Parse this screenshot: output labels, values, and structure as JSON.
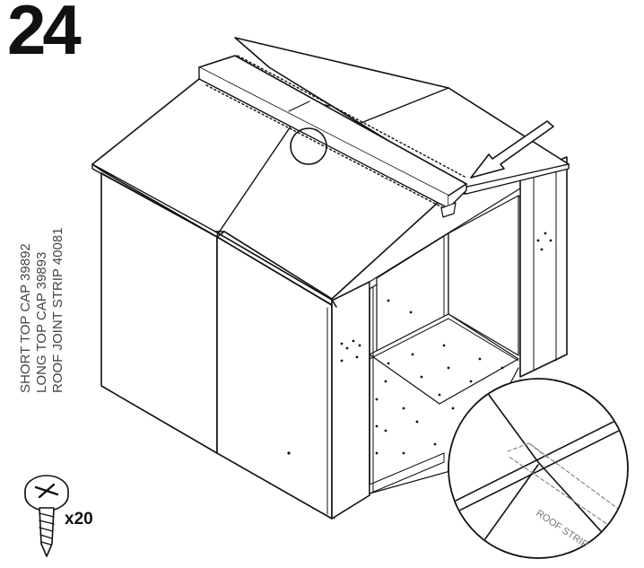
{
  "step": {
    "number": "24"
  },
  "parts": [
    "SHORT TOP CAP 39892",
    "LONG TOP CAP 39893",
    "ROOF JOINT STRIP 40081"
  ],
  "hardware": {
    "quantity_label": "x20",
    "icon": "pan-head-screw-icon"
  },
  "detail": {
    "label": "ROOF STRIP",
    "icon": "magnify-detail-callout"
  }
}
